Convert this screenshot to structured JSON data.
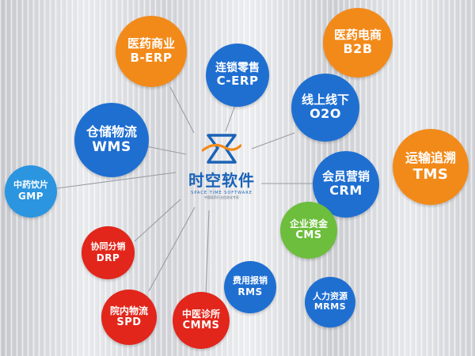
{
  "center": {
    "name": "时空软件",
    "name_en": "SPACE TIME SOFTWARE",
    "tagline": "中国医药行业信息化专家"
  },
  "nodes": [
    {
      "id": "pharma-b-erp",
      "cn": "医药商业",
      "en": "B-ERP",
      "color": "#f28a1a"
    },
    {
      "id": "retail-c-erp",
      "cn": "连锁零售",
      "en": "C-ERP",
      "color": "#1f6fd1"
    },
    {
      "id": "pharma-b2b",
      "cn": "医药电商",
      "en": "B2B",
      "color": "#f28a1a"
    },
    {
      "id": "o2o",
      "cn": "线上线下",
      "en": "O2O",
      "color": "#1f6fd1"
    },
    {
      "id": "wms",
      "cn": "仓储物流",
      "en": "WMS",
      "color": "#1f6fd1"
    },
    {
      "id": "tms",
      "cn": "运输追溯",
      "en": "TMS",
      "color": "#f28a1a"
    },
    {
      "id": "gmp",
      "cn": "中药饮片",
      "en": "GMP",
      "color": "#2b95e0"
    },
    {
      "id": "crm",
      "cn": "会员营销",
      "en": "CRM",
      "color": "#1f6fd1"
    },
    {
      "id": "cms",
      "cn": "企业资金",
      "en": "CMS",
      "color": "#6cbe3c"
    },
    {
      "id": "drp",
      "cn": "协同分销",
      "en": "DRP",
      "color": "#e2261b"
    },
    {
      "id": "rms",
      "cn": "费用报销",
      "en": "RMS",
      "color": "#1f6fd1"
    },
    {
      "id": "mrms",
      "cn": "人力资源",
      "en": "MRMS",
      "color": "#1f6fd1"
    },
    {
      "id": "spd",
      "cn": "院内物流",
      "en": "SPD",
      "color": "#e2261b"
    },
    {
      "id": "cmms",
      "cn": "中医诊所",
      "en": "CMMS",
      "color": "#e2261b"
    }
  ]
}
